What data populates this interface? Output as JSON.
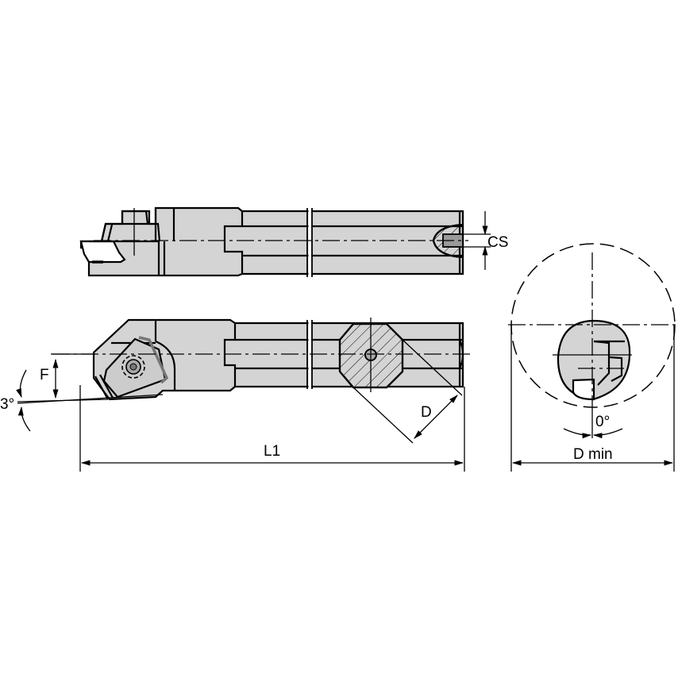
{
  "drawing": {
    "title": "Boring bar technical drawing",
    "fill_color": "#d4d4d4",
    "line_color": "#000000",
    "views": [
      {
        "name": "top-view",
        "description": "Top view of boring bar with coolant channel"
      },
      {
        "name": "side-view",
        "description": "Side view of boring bar with insert and cross-section"
      },
      {
        "name": "end-view",
        "description": "End view showing bar inside bore circle"
      }
    ],
    "dimensions": {
      "cs": "CS",
      "f": "F",
      "angle_lead": "3°",
      "d": "D",
      "l1": "L1",
      "angle_end": "0°",
      "d_min": "D min"
    }
  }
}
